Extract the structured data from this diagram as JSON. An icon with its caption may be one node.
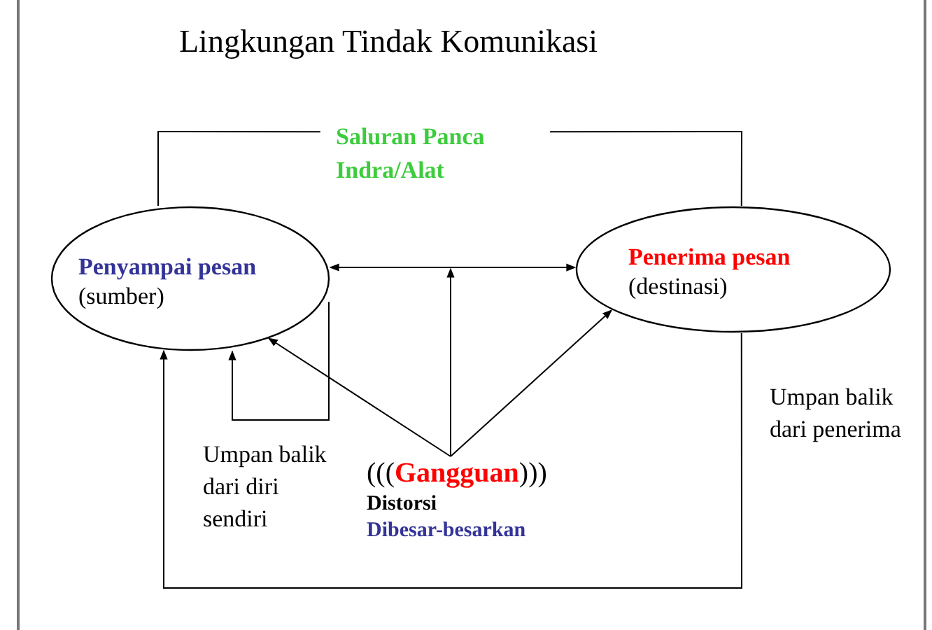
{
  "diagram": {
    "title": "Lingkungan Tindak Komunikasi",
    "nodes": [
      {
        "text": [
          "Penyampai pesan",
          "(sumber)"
        ]
      },
      {
        "text": [
          "Penerima pesan",
          "(destinasi)"
        ]
      },
      {
        "text": [
          "Saluran Panca Indra/Alat"
        ]
      },
      {
        "text": [
          "(((**Gangguan**)))",
          "Distorsi",
          "Dibesar-besarkan"
        ]
      }
    ],
    "edges": [
      {
        "from": 0,
        "to": 2,
        "arrow": "none"
      },
      {
        "from": 2,
        "to": 1,
        "arrow": "none"
      },
      {
        "from": 0,
        "to": 1,
        "arrow": "both"
      },
      {
        "from": 3,
        "to": null,
        "arrow": "to"
      },
      {
        "from": 3,
        "to": 0,
        "arrow": "to"
      },
      {
        "from": 3,
        "to": 1,
        "arrow": "to"
      },
      {
        "from": 0,
        "to": 0,
        "arrow": "to"
      },
      {
        "from": 1,
        "to": 0,
        "arrow": "to"
      }
    ],
    "labels": [
      "Umpan balik dari diri sendiri",
      "Umpan balik dari penerima"
    ]
  }
}
